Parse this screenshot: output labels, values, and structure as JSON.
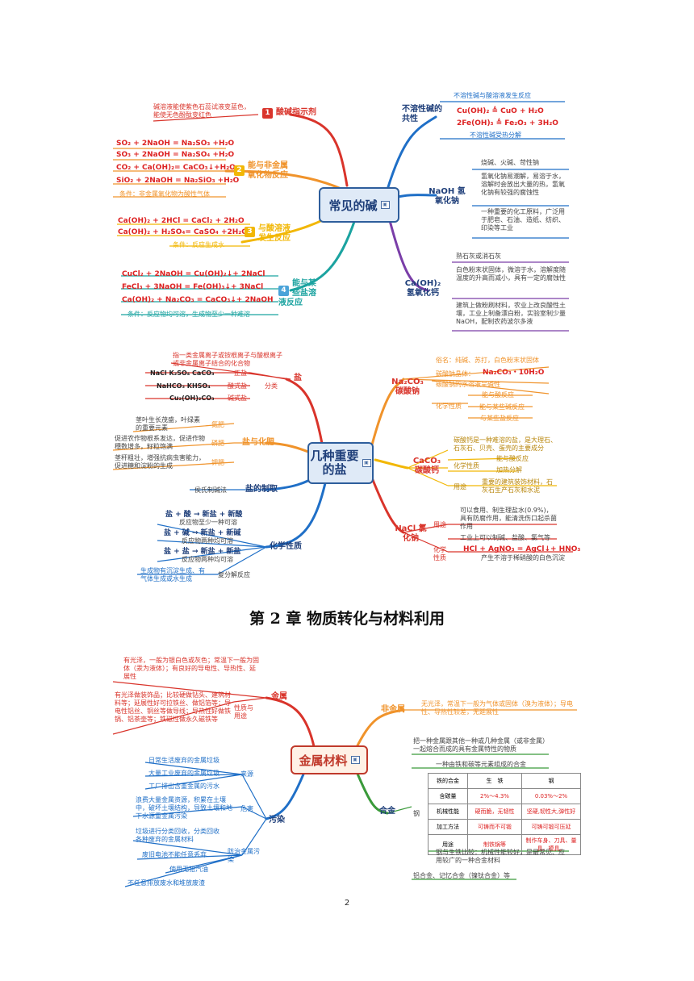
{
  "colors": {
    "hub_blue": "#2e5e9c",
    "red": "#d9342b",
    "orange": "#f0932b",
    "yellow": "#f2b705",
    "teal": "#1ba3a0",
    "green": "#3a9a3a",
    "purple": "#7a3ea8",
    "blue": "#1f6fc7",
    "navy": "#1f3f7a"
  },
  "base": {
    "hub": "常见的碱",
    "b1": {
      "num": "1",
      "label": "酸碱指示剂",
      "note": "碱溶液能使紫色石蕊试液变蓝色，能使无色酚酞变红色"
    },
    "b2": {
      "num": "2",
      "label": "能与非金属氧化物反应",
      "eqs": [
        "SO₂ + 2NaOH = Na₂SO₃ +H₂O",
        "SO₃ + 2NaOH = Na₂SO₄ +H₂O",
        "CO₂ + Ca(OH)₂= CaCO₃↓+H₂O",
        "SiO₂ + 2NaOH = Na₂SiO₃ +H₂O"
      ],
      "cond": "条件：非金属氧化物为酸性气体"
    },
    "b3": {
      "num": "3",
      "label": "与酸溶液发生反应",
      "eqs": [
        "Ca(OH)₂ + 2HCl = CaCl₂ + 2H₂O",
        "Ca(OH)₂ + H₂SO₄= CaSO₄ +2H₂O"
      ],
      "cond": "条件：反应生成水"
    },
    "b4": {
      "num": "4",
      "label": "能与某些盐溶液反应",
      "eqs": [
        "CuCl₂ + 2NaOH = Cu(OH)₂↓+ 2NaCl",
        "FeCl₃ + 3NaOH = Fe(OH)₃↓+ 3NaCl",
        "Ca(OH)₂ + Na₂CO₃ = CaCO₃↓+ 2NaOH"
      ],
      "cond": "条件：反应物均可溶，生成物至少一种难溶"
    },
    "insol": {
      "label": "不溶性碱的共性",
      "top": "不溶性碱与酸溶液发生反应",
      "eq1": "Cu(OH)₂ ≜ CuO + H₂O",
      "eq2": "2Fe(OH)₃ ≜ Fe₂O₃ + 3H₂O",
      "bottom": "不溶性碱受热分解"
    },
    "naoh": {
      "label": "NaOH 氢氧化钠",
      "n1": "烧碱、火碱、苛性钠",
      "n2": "氢氧化钠易潮解，易溶于水，溶解时会放出大量的热，氢氧化钠有较强的腐蚀性",
      "n3": "一种重要的化工原料，广泛用于肥皂、石油、造纸、纺织、印染等工业"
    },
    "caoh": {
      "label": "Ca(OH)₂ 氢氧化钙",
      "n1": "熟石灰或消石灰",
      "n2": "白色粉末状固体，微溶于水，溶解度随温度的升高而减小，具有一定的腐蚀性",
      "n3": "建筑上做粉刷材料，农业上改良酸性土壤，工业上制备漂白粉，实验室制少量NaOH，配制农药波尔多液"
    }
  },
  "salt": {
    "hub": "几种重要的盐",
    "def": "指一类金属离子或铵根离子与酸根离子或非金属离子结合的化合物",
    "label_salt": "盐",
    "label_class": "分类",
    "cls": [
      {
        "ex": "NaCl K₂SO₄ CaCO₃",
        "t": "正盐"
      },
      {
        "ex": "NaHCO₃ KHSO₄",
        "t": "酸式盐"
      },
      {
        "ex": "Cu₂(OH)₂CO₃",
        "t": "碱式盐"
      }
    ],
    "fert_label": "盐与化肥",
    "fert": [
      {
        "d": "茎叶生长茂盛，叶绿素的重要元素",
        "t": "氮肥"
      },
      {
        "d": "促进农作物根系发达，促进作物穗数增多，籽粒饱满",
        "t": "磷肥"
      },
      {
        "d": "茎秆粗壮，增强抗病虫害能力，促进糖和淀粉的生成",
        "t": "钾肥"
      }
    ],
    "prep_label": "盐的制取",
    "prep": "侯氏制碱法",
    "chem_label": "化学性质",
    "chem": [
      {
        "eq": "盐 + 酸 → 新盐 + 新酸",
        "n": "反应物至少一种可溶"
      },
      {
        "eq": "盐 + 碱 → 新盐 + 新碱",
        "n": "反应物两种均可溶"
      },
      {
        "eq": "盐 + 盐 → 新盐 + 新盐",
        "n": "反应物两种均可溶"
      }
    ],
    "decomp": "生成物有沉淀生成、有气体生成或水生成",
    "decomp_t": "复分解反应",
    "na2co3": {
      "label": "Na₂CO₃ 碳酸钠",
      "n1": "俗名：纯碱、苏打，白色粉末状固体",
      "n2a": "碳酸钠晶体：",
      "n2b": "Na₂CO₃・10H₂O",
      "n3": "碳酸钠的水溶液呈碱性",
      "chem": "化学性质",
      "c1": "能与酸反应",
      "c2": "能与某些碱反应",
      "c3": "与某些盐反应"
    },
    "caco3": {
      "label": "CaCO₃ 碳酸钙",
      "n1": "碳酸钙是一种难溶的盐，是大理石、石灰石、贝壳、蛋壳的主要成分",
      "chem": "化学性质",
      "c1": "能与酸反应",
      "c2": "加热分解",
      "use": "用途",
      "u1": "重要的建筑装饰材料，石灰石生产石灰和水泥"
    },
    "nacl": {
      "label": "NaCl 氯化钠",
      "use": "用途",
      "u1": "可以食用、制生理盐水(0.9%)，具有防腐作用，能清洗伤口起杀菌作用",
      "u2": "工业上可以制碱、盐酸、氯气等",
      "chem": "化学性质",
      "eq": "HCl + AgNO₃ = AgCl↓+ HNO₃",
      "n": "产生不溶于稀硝酸的白色沉淀"
    }
  },
  "chapter_title": "第 2 章  物质转化与材料利用",
  "metal": {
    "hub": "金属材料",
    "metal_label": "金属",
    "prop_label": "性质与用途",
    "p1": "有光泽，一般为银白色或灰色；常温下一般为固体（汞为液体）；有良好的导电性、导热性、延展性",
    "p2": "有光泽做装饰品；比较硬做钻头、建筑材料等；延展性好可拉铁丝、做铝箔等；导电性铝丝、铜丝等做导线；导热性好做铁锅、铝茶壶等；铁磁性做永久磁铁等",
    "nonmetal_label": "非金属",
    "nonmetal": "无光泽，常温下一般为气体或固体（溴为液体）；导电性、导热性较差，无延展性",
    "pollution_label": "污染",
    "source_label": "来源",
    "src": [
      "日常生活废弃的金属垃圾",
      "大量工业废弃的金属垃圾",
      "工厂排出含重金属的污水"
    ],
    "harm_label": "危害",
    "harm": "浪费大量金属资源，积累在土壤中，破坏土壤结构，导致土壤和地下水源重金属污染",
    "control_label": "防治金属污染",
    "ctrl": [
      "垃圾进行分类回收，分类回收各种废弃的金属材料",
      "废旧电池不能任意丢弃",
      "使用无铅汽油",
      "不任意排放废水和堆放废渣"
    ],
    "alloy_label": "合金",
    "alloy_def": "把一种金属跟其他一种或几种金属（或非金属）一起熔合而成的具有金属特性的物质",
    "steel_label": "钢",
    "steel_def": "一种由铁和碳等元素组成的合金",
    "table": {
      "head": [
        "铁的合金",
        "生　铁",
        "钢"
      ],
      "rows": [
        [
          "含碳量",
          "2%～4.3%",
          "0.03%～2%"
        ],
        [
          "机械性能",
          "硬而脆，无韧性",
          "坚硬,韧性大,弹性好"
        ],
        [
          "加工方法",
          "可铸而不可锻",
          "可铸可锻可压延"
        ],
        [
          "用途",
          "制铁锅等",
          "制作车身、刀具、量具、模具。"
        ]
      ]
    },
    "compare": "钢与生铁比较：机械性能较好，是最常见、应用较广的一种合金材料",
    "others": "铝合金、记忆合金（镍钛合金）等"
  },
  "page_number": "2"
}
